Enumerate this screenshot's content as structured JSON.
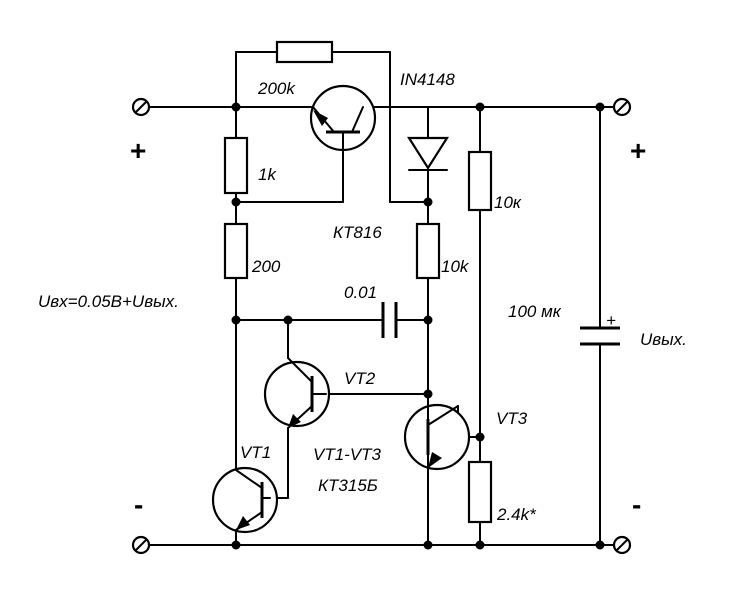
{
  "labels": {
    "r_feedback": "200k",
    "diode": "IN4148",
    "r1": "1k",
    "r2": "200",
    "r_top_right": "10к",
    "r_mid": "10k",
    "q_power": "КТ816",
    "input_voltage": "Uвх=0.05В+Uвых.",
    "capacitor_small": "0.01",
    "capacitor_big": "100 мк",
    "output_voltage": "Uвых.",
    "vt2": "VT2",
    "vt3": "VT3",
    "vt1": "VT1",
    "transistors_group": "VT1-VT3",
    "transistors_type": "КТ315Б",
    "r_bottom": "2.4k*",
    "cap_plus": "+"
  },
  "signs": {
    "in_plus": "+",
    "out_plus": "+",
    "in_minus": "-",
    "out_minus": "-"
  }
}
